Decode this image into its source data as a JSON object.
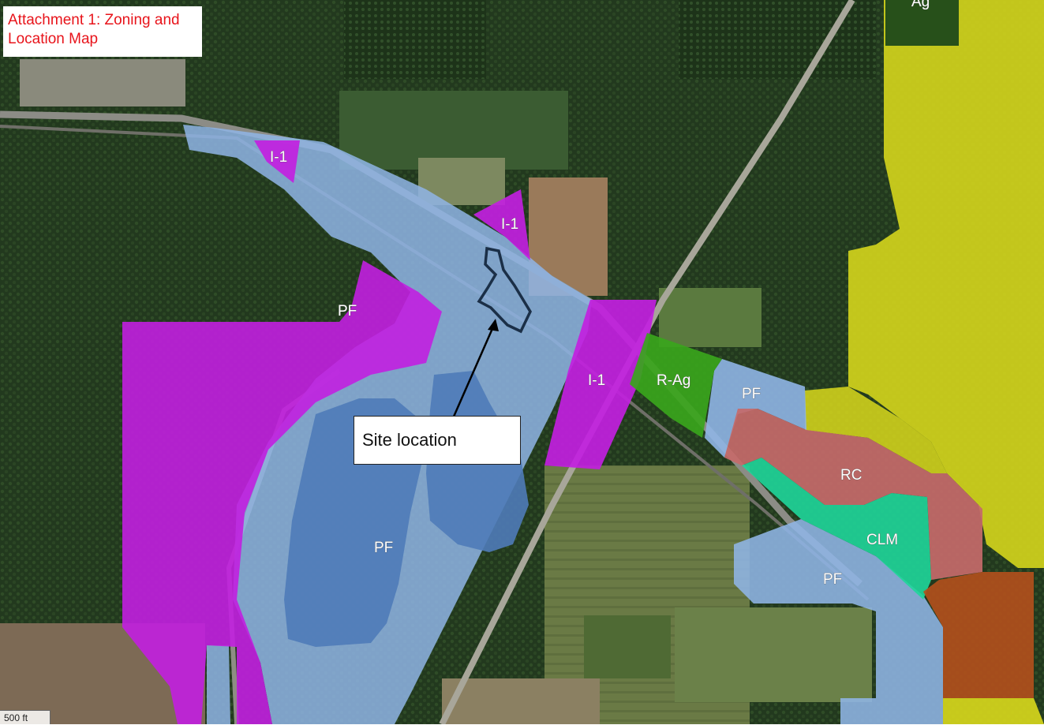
{
  "title": "Attachment 1: Zoning and Location Map",
  "callout": "Site location",
  "scale_label": "500 ft",
  "zone_labels": {
    "i1_a": "I-1",
    "i1_b": "I-1",
    "i1_c": "I-1",
    "pf_a": "PF",
    "pf_b": "PF",
    "pf_c": "PF",
    "pf_d": "PF",
    "rag": "R-Ag",
    "rc": "RC",
    "clm": "CLM",
    "ag_top": "Ag"
  },
  "colors": {
    "I-1": "#c21fe0",
    "PF": "#7fa9df",
    "R-Ag": "#3aa51c",
    "RC": "#c56a6a",
    "CLM": "#1fd69a",
    "residential": "#d6d61c",
    "commercial": "#b4501c",
    "site_outline": "#1b2f47"
  }
}
